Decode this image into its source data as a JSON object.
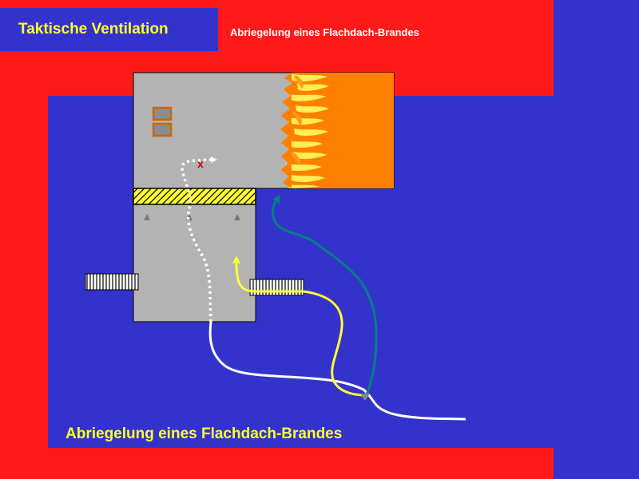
{
  "header": {
    "title": "Taktische Ventilation",
    "subtitle": "Abriegelung eines Flachdach-Brandes"
  },
  "caption": "Abriegelung eines Flachdach-Brandes",
  "diagram": {
    "marker_label": "x",
    "colors": {
      "background_red": "#ff1a1a",
      "background_blue": "#3333cc",
      "title_yellow": "#ffff33",
      "building_gray": "#b3b3b3",
      "fire_orange": "#ff8000",
      "flame_yellow": "#ffee55",
      "hose_white": "#ffffff",
      "hose_yellow": "#ffff33",
      "hose_teal": "#008080",
      "marker_red": "#cc0000"
    }
  }
}
